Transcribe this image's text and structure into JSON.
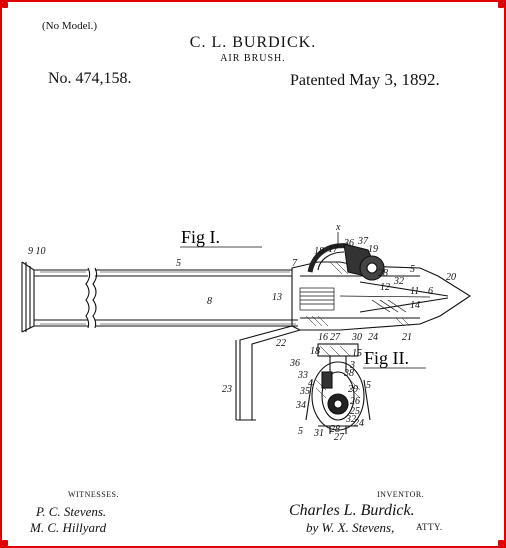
{
  "header": {
    "model_note": "(No Model.)",
    "inventor_name": "C. L. BURDICK.",
    "invention_title": "AIR BRUSH.",
    "patent_number": "No. 474,158.",
    "patent_date_prefix": "Patented",
    "patent_date": "May 3, 1892."
  },
  "figures": {
    "fig1_label": "Fig I.",
    "fig2_label": "Fig II."
  },
  "reference_numerals": {
    "r910": "9 10",
    "r5a": "5",
    "r8": "8",
    "r7": "7",
    "r13": "13",
    "r18a": "18",
    "r17": "17",
    "r36a": "36",
    "r37": "37",
    "r19": "19",
    "rx": "x",
    "r28a": "28",
    "r12": "12",
    "r32a": "32",
    "r5b": "5",
    "r20": "20",
    "r14": "14",
    "r6": "6",
    "r11": "11",
    "r22": "22",
    "r16": "16",
    "r27a": "27",
    "r30": "30",
    "r24a": "24",
    "r21": "21",
    "r23": "23",
    "r18b": "18",
    "r15": "15",
    "r36b": "36",
    "r33": "33",
    "r38": "38",
    "r5c": "5",
    "r35": "35",
    "r34": "34",
    "r29": "29",
    "r26": "26",
    "r25": "25",
    "r32b": "32",
    "r24b": "24",
    "r31": "31",
    "r28b": "28",
    "r27b": "27",
    "r5d": "5",
    "r4": "4",
    "r3": "3"
  },
  "footer": {
    "witnesses_heading": "WITNESSES.",
    "witness_1": "P. C. Stevens.",
    "witness_2": "M. C. Hillyard",
    "inventor_heading": "INVENTOR.",
    "inventor_signature": "Charles L. Burdick.",
    "by_label": "by",
    "attorney_signature": "W. X. Stevens,",
    "attorney_abbrev": "ATTY."
  }
}
